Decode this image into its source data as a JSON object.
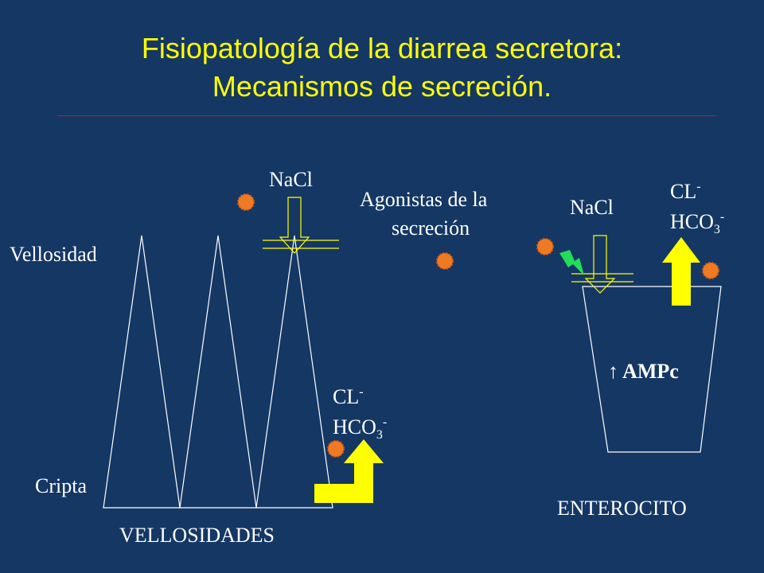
{
  "title": {
    "line1": "Fisiopatología de la diarrea secretora:",
    "line2": "Mecanismos de secreción."
  },
  "labels": {
    "vellosidad": "Vellosidad",
    "cripta": "Cripta",
    "vellosidades": "VELLOSIDADES",
    "nacl_villi": "NaCl",
    "nacl_cell": "NaCl",
    "agonistas_line1": "Agonistas de la",
    "agonistas_line2": "secreción",
    "enterocito": "ENTEROCITO",
    "ampc": "AMPc",
    "up_arrow_glyph": "↑"
  },
  "ions_crypt": {
    "cl": "CL",
    "cl_charge": "-",
    "hco": "HCO",
    "hco_sub": "3",
    "hco_charge": "-"
  },
  "ions_cell": {
    "cl": "CL",
    "cl_charge": "-",
    "hco": "HCO",
    "hco_sub": "3",
    "hco_charge": "-"
  },
  "colors": {
    "background": "#153764",
    "title": "#ffff00",
    "rule": "#b21e3a",
    "dot": "#f07a22",
    "arrow": "#ffff00",
    "lightning": "#22dd55",
    "line": "#ffffff"
  },
  "icons": [
    "orange-dot-icon",
    "nacl-down-arrow-icon",
    "yellow-up-arrow-icon",
    "lightning-icon"
  ]
}
